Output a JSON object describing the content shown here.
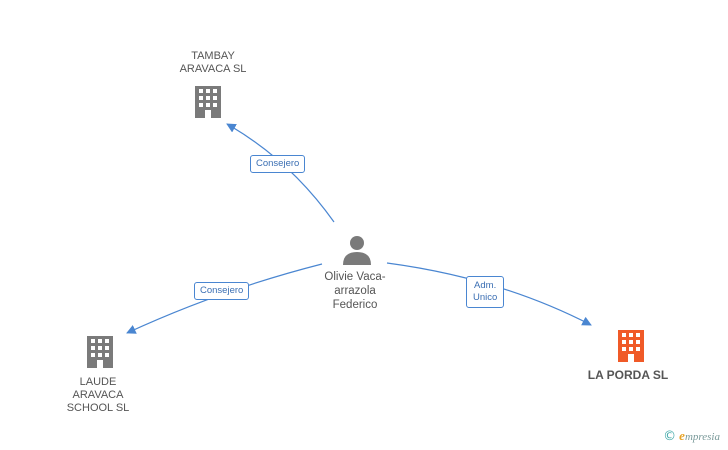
{
  "colors": {
    "edge": "#4a86d1",
    "company": "#7a7a7a",
    "company_highlight": "#f05a28",
    "person": "#7a7a7a"
  },
  "nodes": {
    "tambay": {
      "label": "TAMBAY\nARAVACA SL",
      "icon": "building-icon"
    },
    "person": {
      "label": "Olivie Vaca-\narrazola\nFederico",
      "icon": "person-icon"
    },
    "laude": {
      "label": "LAUDE\nARAVACA\nSCHOOL SL",
      "icon": "building-icon"
    },
    "laporda": {
      "label": "LA PORDA SL",
      "icon": "building-icon"
    }
  },
  "edges": {
    "to_tambay": {
      "label": "Consejero"
    },
    "to_laude": {
      "label": "Consejero"
    },
    "to_laporda": {
      "label": "Adm.\nUnico"
    }
  },
  "footer": {
    "copyright": "©",
    "brand_initial": "e",
    "brand_rest": "mpresia"
  }
}
